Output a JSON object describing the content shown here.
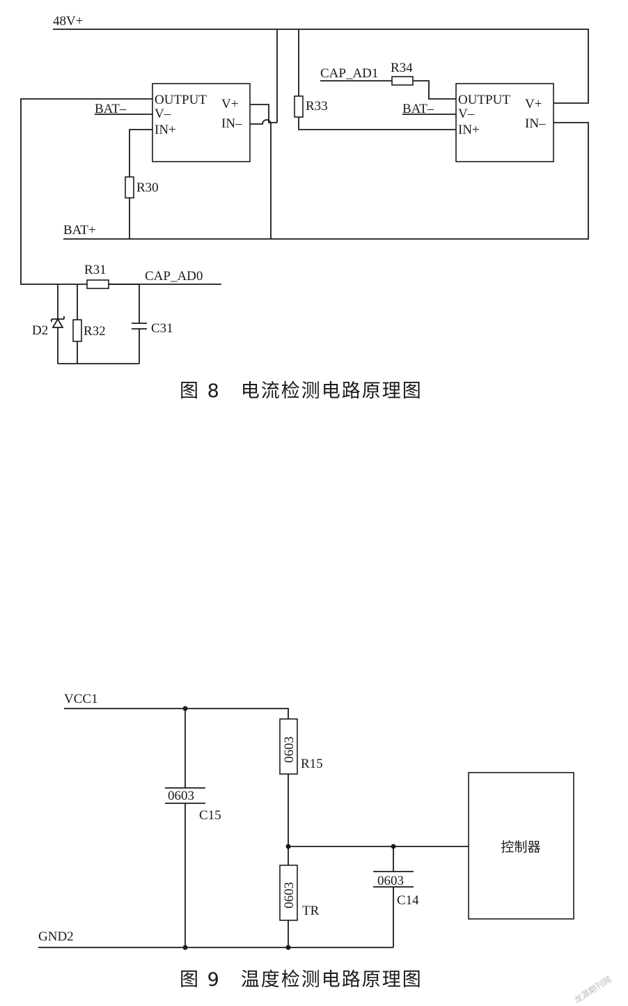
{
  "figure8": {
    "net_48v": "48V+",
    "net_bat_plus": "BAT+",
    "amp_left": {
      "output": "OUTPUT",
      "vminus": "V–",
      "inplus": "IN+",
      "vplus": "V+",
      "inminus": "IN–",
      "bat_minus": "BAT–"
    },
    "amp_right": {
      "output": "OUTPUT",
      "vminus": "V–",
      "inplus": "IN+",
      "vplus": "V+",
      "inminus": "IN–",
      "bat_minus": "BAT–"
    },
    "r30": "R30",
    "r31": "R31",
    "r32": "R32",
    "r33": "R33",
    "r34": "R34",
    "c31": "C31",
    "d2": "D2",
    "cap_ad0": "CAP_AD0",
    "cap_ad1": "CAP_AD1",
    "caption": "图 8　电流检测电路原理图"
  },
  "figure9": {
    "vcc": "VCC1",
    "gnd": "GND2",
    "c15": {
      "name": "C15",
      "pkg": "0603"
    },
    "r15": {
      "name": "R15",
      "pkg": "0603"
    },
    "tr": {
      "name": "TR",
      "pkg": "0603"
    },
    "c14": {
      "name": "C14",
      "pkg": "0603"
    },
    "controller": "控制器",
    "caption": "图 9　温度检测电路原理图"
  },
  "watermark": "龙源期刊网"
}
